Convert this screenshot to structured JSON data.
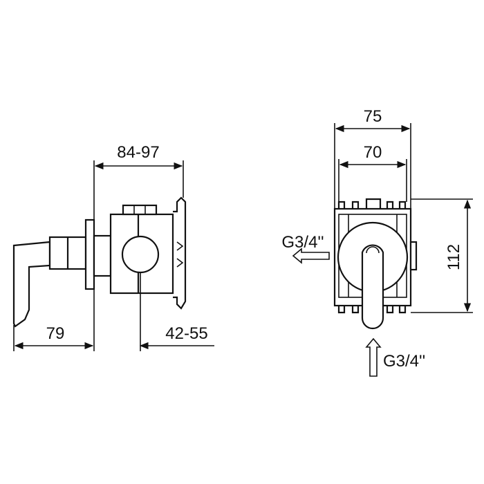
{
  "side_view": {
    "dim_top": "84-97",
    "dim_left": "79",
    "dim_right": "42-55"
  },
  "front_view": {
    "dim_outer_width": "75",
    "dim_inner_width": "70",
    "dim_height": "112",
    "outlet_label": "G3/4''",
    "inlet_label": "G3/4''"
  }
}
